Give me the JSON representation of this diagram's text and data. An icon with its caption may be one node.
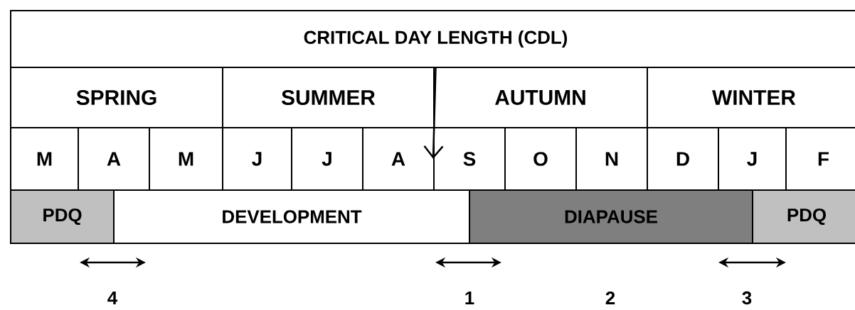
{
  "diagram": {
    "nodes": [
      {
        "text": [
          "CRITICAL DAY LENGTH (CDL)"
        ]
      },
      {
        "text": [
          "SPRING"
        ]
      },
      {
        "text": [
          "SUMMER"
        ]
      },
      {
        "text": [
          "AUTUMN"
        ]
      },
      {
        "text": [
          "WINTER"
        ]
      },
      {
        "text": [
          "M"
        ]
      },
      {
        "text": [
          "A"
        ]
      },
      {
        "text": [
          "M"
        ]
      },
      {
        "text": [
          "J"
        ]
      },
      {
        "text": [
          "J"
        ]
      },
      {
        "text": [
          "A"
        ]
      },
      {
        "text": [
          "S"
        ]
      },
      {
        "text": [
          "O"
        ]
      },
      {
        "text": [
          "N"
        ]
      },
      {
        "text": [
          "D"
        ]
      },
      {
        "text": [
          "J"
        ]
      },
      {
        "text": [
          "F"
        ]
      },
      {
        "text": [
          "PDQ"
        ]
      },
      {
        "text": [
          "DEVELOPMENT"
        ]
      },
      {
        "text": [
          "DIAPAUSE"
        ]
      },
      {
        "text": [
          "PDQ"
        ]
      }
    ],
    "edges": [
      {
        "from": 0,
        "to": 11,
        "arrow": "to"
      }
    ],
    "labels": [
      "4",
      "1",
      "2",
      "3"
    ]
  }
}
